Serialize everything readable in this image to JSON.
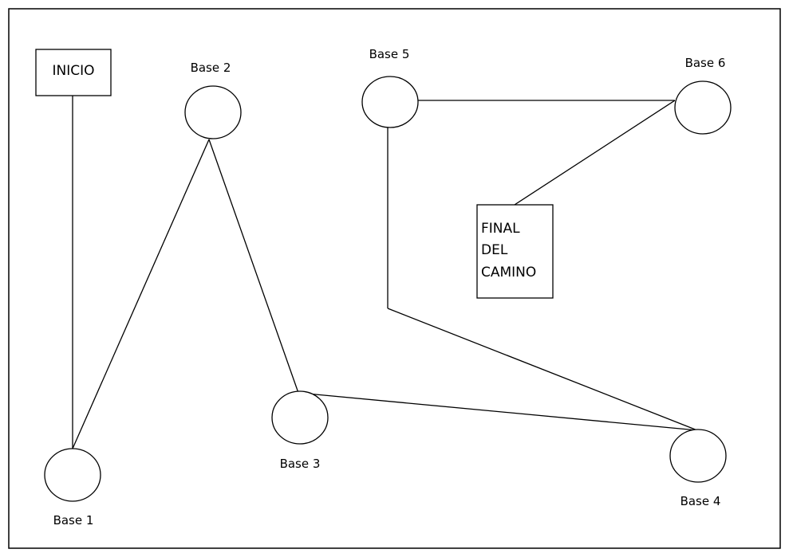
{
  "diagram": {
    "start_box": {
      "label": "INICIO"
    },
    "end_box": {
      "lines": [
        "FINAL",
        "DEL",
        "CAMINO"
      ]
    },
    "bases": [
      {
        "id": "base1",
        "label": "Base 1"
      },
      {
        "id": "base2",
        "label": "Base 2"
      },
      {
        "id": "base3",
        "label": "Base 3"
      },
      {
        "id": "base4",
        "label": "Base 4"
      },
      {
        "id": "base5",
        "label": "Base 5"
      },
      {
        "id": "base6",
        "label": "Base 6"
      }
    ],
    "connections": [
      {
        "from": "start",
        "to": "base1"
      },
      {
        "from": "base1",
        "to": "base2"
      },
      {
        "from": "base2",
        "to": "base3"
      },
      {
        "from": "base3",
        "to": "base4"
      },
      {
        "from": "base4",
        "to": "base5"
      },
      {
        "from": "base5",
        "to": "base6"
      },
      {
        "from": "base6",
        "to": "end"
      }
    ],
    "colors": {
      "stroke": "#000000",
      "background": "#ffffff"
    }
  }
}
